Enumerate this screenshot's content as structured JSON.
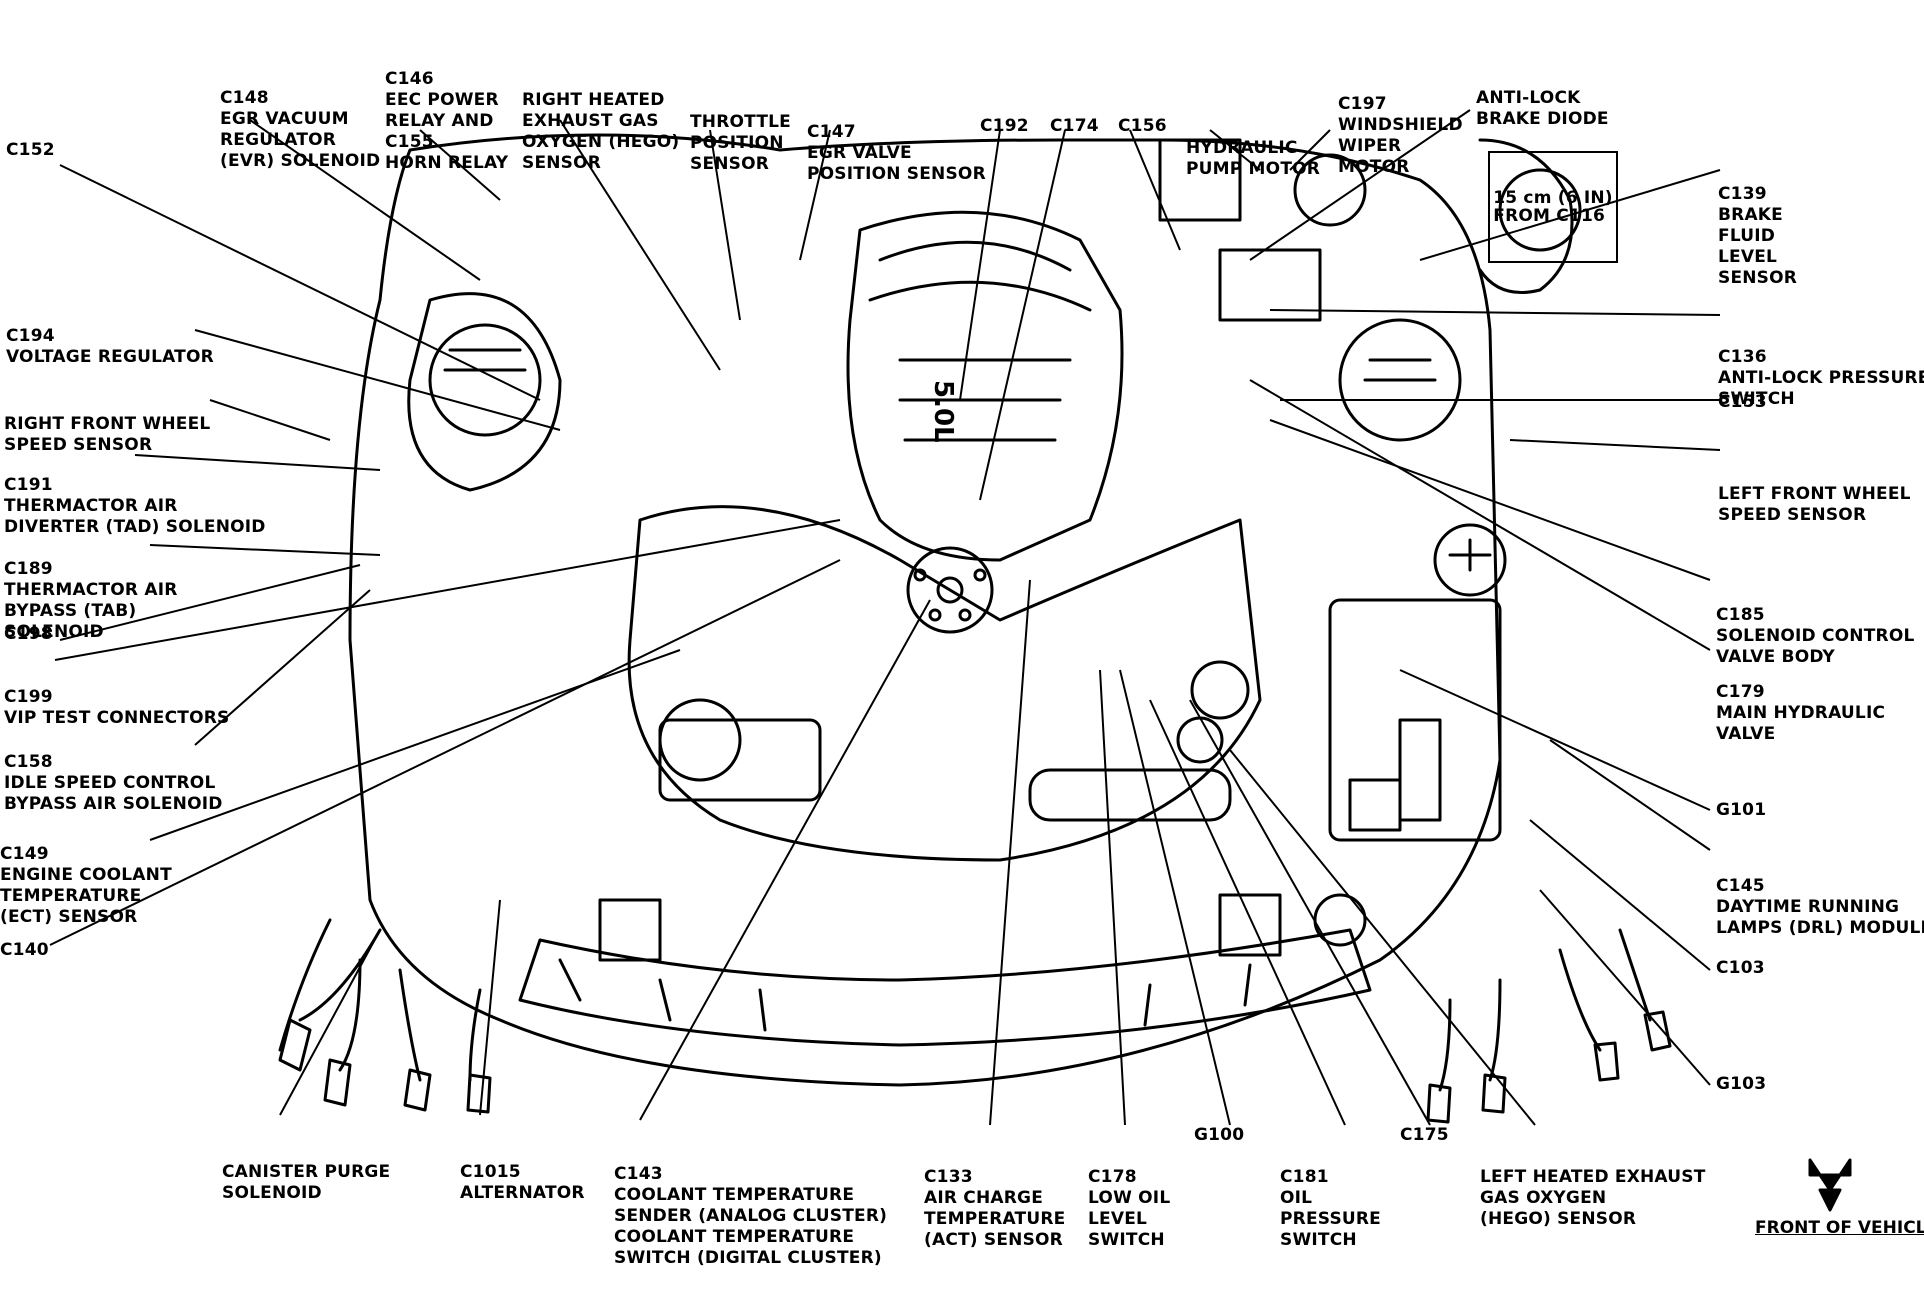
{
  "labels": {
    "c148": [
      "C148",
      "EGR VACUUM",
      "REGULATOR",
      "(EVR) SOLENOID"
    ],
    "c146": [
      "C146",
      "EEC POWER",
      "RELAY AND",
      "C155",
      "HORN RELAY"
    ],
    "right_hego": [
      "RIGHT HEATED",
      "EXHAUST GAS",
      "OXYGEN (HEGO)",
      "SENSOR"
    ],
    "throttle": [
      "THROTTLE",
      "POSITION",
      "SENSOR"
    ],
    "c147": [
      "C147",
      "EGR VALVE",
      "POSITION SENSOR"
    ],
    "c192": [
      "C192"
    ],
    "c174": [
      "C174"
    ],
    "c156": [
      "C156"
    ],
    "hyd_pump": [
      "HYDRAULIC",
      "PUMP MOTOR"
    ],
    "c197": [
      "C197",
      "WINDSHIELD",
      "WIPER",
      "MOTOR"
    ],
    "abs_diode": [
      "ANTI-LOCK",
      "BRAKE DIODE"
    ],
    "abs_diode_note": [
      "15 cm (6 IN)",
      "FROM C116"
    ],
    "c152": [
      "C152"
    ],
    "c194": [
      "C194",
      "VOLTAGE REGULATOR"
    ],
    "rf_wheel": [
      "RIGHT FRONT WHEEL",
      "SPEED SENSOR"
    ],
    "c191": [
      "C191",
      "THERMACTOR AIR",
      "DIVERTER (TAD) SOLENOID"
    ],
    "c189": [
      "C189",
      "THERMACTOR AIR",
      "BYPASS (TAB)",
      "SOLENOID"
    ],
    "c198": [
      "C198"
    ],
    "c199": [
      "C199",
      "VIP TEST CONNECTORS"
    ],
    "c158": [
      "C158",
      "IDLE SPEED CONTROL",
      "BYPASS AIR SOLENOID"
    ],
    "c149": [
      "C149",
      "ENGINE COOLANT",
      "TEMPERATURE",
      "(ECT) SENSOR"
    ],
    "c140": [
      "C140"
    ],
    "c139": [
      "C139",
      "BRAKE",
      "FLUID",
      "LEVEL",
      "SENSOR"
    ],
    "c136": [
      "C136",
      "ANTI-LOCK PRESSURE",
      "SWITCH"
    ],
    "c153": [
      "C153"
    ],
    "lf_wheel": [
      "LEFT FRONT WHEEL",
      "SPEED SENSOR"
    ],
    "c185": [
      "C185",
      "SOLENOID CONTROL",
      "VALVE BODY"
    ],
    "c179": [
      "C179",
      "MAIN HYDRAULIC",
      "VALVE"
    ],
    "g101": [
      "G101"
    ],
    "c145": [
      "C145",
      "DAYTIME RUNNING",
      "LAMPS (DRL) MODULE"
    ],
    "c103": [
      "C103"
    ],
    "g103": [
      "G103"
    ],
    "canister": [
      "CANISTER PURGE",
      "SOLENOID"
    ],
    "c1015": [
      "C1015",
      "ALTERNATOR"
    ],
    "c143": [
      "C143",
      "COOLANT TEMPERATURE",
      "SENDER (ANALOG CLUSTER)",
      "COOLANT TEMPERATURE",
      "SWITCH (DIGITAL CLUSTER)"
    ],
    "c133": [
      "C133",
      "AIR CHARGE",
      "TEMPERATURE",
      "(ACT) SENSOR"
    ],
    "c178": [
      "C178",
      "LOW OIL",
      "LEVEL",
      "SWITCH"
    ],
    "g100": [
      "G100"
    ],
    "c181": [
      "C181",
      "OIL",
      "PRESSURE",
      "SWITCH"
    ],
    "c175": [
      "C175"
    ],
    "left_hego": [
      "LEFT HEATED EXHAUST",
      "GAS OXYGEN",
      "(HEGO) SENSOR"
    ],
    "front": "FRONT OF VEHICLE"
  },
  "engine_decal": "5.0L",
  "colors": {
    "line": "#000000",
    "background": "#ffffff"
  }
}
